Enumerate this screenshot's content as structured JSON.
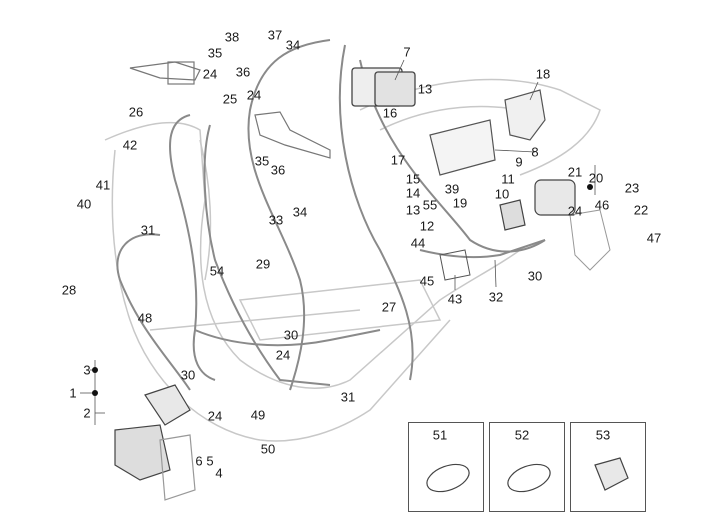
{
  "diagram": {
    "colors": {
      "line": "#9a9a9a",
      "frame": "#c8c8c8",
      "dark": "#444444",
      "text": "#1a1a1a"
    },
    "callouts": [
      "38",
      "37",
      "34",
      "35",
      "36",
      "7",
      "18",
      "24",
      "26",
      "25",
      "24",
      "13",
      "16",
      "42",
      "8",
      "35",
      "36",
      "17",
      "9",
      "21",
      "20",
      "15",
      "11",
      "41",
      "14",
      "39",
      "10",
      "40",
      "33",
      "34",
      "13",
      "55",
      "19",
      "12",
      "23",
      "46",
      "22",
      "24",
      "47",
      "31",
      "44",
      "29",
      "45",
      "43",
      "32",
      "30",
      "54",
      "28",
      "27",
      "48",
      "30",
      "24",
      "3",
      "30",
      "1",
      "31",
      "2",
      "24",
      "49",
      "50",
      "6",
      "5",
      "4"
    ],
    "insets": [
      "51",
      "52",
      "53"
    ]
  }
}
